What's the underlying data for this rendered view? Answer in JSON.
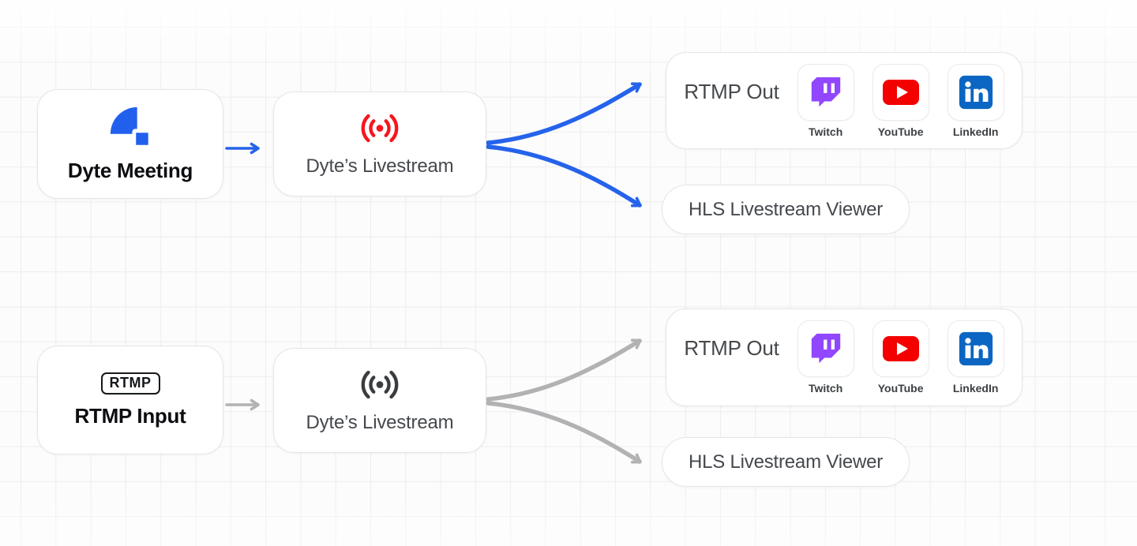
{
  "colors": {
    "arrow_blue": "#2563EB",
    "arrow_gray": "#B2B2B4",
    "dyte_blue": "#2160ED",
    "live_red": "#F6161E",
    "live_gray": "#3A3D40",
    "twitch_purple": "#9146FF",
    "youtube_red": "#F50000",
    "linkedin_blue": "#0A66C2"
  },
  "flow_top": {
    "source": {
      "title": "Dyte Meeting"
    },
    "livestream": {
      "title": "Dyte’s Livestream"
    },
    "rtmp_out": {
      "title": "RTMP Out",
      "destinations": [
        {
          "name": "Twitch"
        },
        {
          "name": "YouTube"
        },
        {
          "name": "LinkedIn"
        }
      ]
    },
    "hls_viewer": {
      "title": "HLS Livestream Viewer"
    }
  },
  "flow_bottom": {
    "source": {
      "badge": "RTMP",
      "title": "RTMP Input"
    },
    "livestream": {
      "title": "Dyte’s Livestream"
    },
    "rtmp_out": {
      "title": "RTMP Out",
      "destinations": [
        {
          "name": "Twitch"
        },
        {
          "name": "YouTube"
        },
        {
          "name": "LinkedIn"
        }
      ]
    },
    "hls_viewer": {
      "title": "HLS Livestream Viewer"
    }
  }
}
